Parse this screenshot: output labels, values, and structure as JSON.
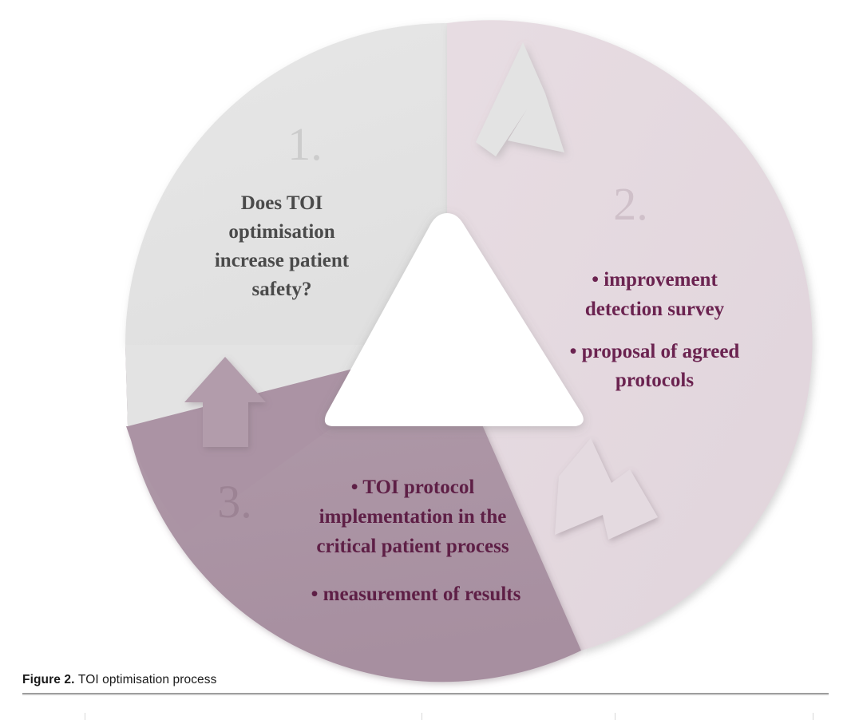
{
  "figure": {
    "caption_label": "Figure 2.",
    "caption_title": "TOI optimisation process",
    "diagram_type": "cycle-diagram"
  },
  "colors": {
    "segment1_fill": "#e3e3e3",
    "segment2_fill": "#e5dae0",
    "segment3_fill": "#ab93a4",
    "arrow_light": "#e4dae0",
    "arrow_gray": "#e3e3e3",
    "arrow_mauve": "#b29cab",
    "number1_text": "#cccccc",
    "number2_text": "#cfc0c9",
    "number3_text": "#9c8394",
    "segment1_text": "#4a4a4a",
    "segment2_text": "#6b2350",
    "segment3_text": "#5e1f46",
    "center_fill": "#ffffff",
    "caption_text": "#1a1a1a",
    "rule": "#8d8d8d"
  },
  "segments": [
    {
      "id": "segment-1",
      "number": "1.",
      "lines": [
        "Does TOI",
        "optimisation",
        "increase patient",
        "safety?"
      ],
      "bulleted": false
    },
    {
      "id": "segment-2",
      "number": "2.",
      "lines": [
        "• improvement",
        "detection survey",
        "• proposal of agreed",
        "protocols"
      ],
      "bulleted": true
    },
    {
      "id": "segment-3",
      "number": "3.",
      "lines": [
        "• TOI protocol",
        "implementation in the",
        "critical patient process",
        "• measurement of results"
      ],
      "bulleted": true
    }
  ],
  "arrows": [
    {
      "id": "arrow-1-to-2",
      "direction": "up-right",
      "from": "segment-1",
      "to": "segment-2"
    },
    {
      "id": "arrow-2-to-3",
      "direction": "down-left",
      "from": "segment-2",
      "to": "segment-3"
    },
    {
      "id": "arrow-3-to-1",
      "direction": "up",
      "from": "segment-3",
      "to": "segment-1"
    }
  ],
  "seg1_text": {
    "l0": "Does TOI",
    "l1": "optimisation",
    "l2": "increase patient",
    "l3": "safety?"
  },
  "seg2_text": {
    "l0": "• improvement",
    "l1": "detection survey",
    "l2": "•  proposal of agreed",
    "l3": "protocols"
  },
  "seg3_text": {
    "l0": "• TOI protocol",
    "l1": "implementation in the",
    "l2": "critical patient process",
    "l3": "• measurement of results"
  },
  "numbers": {
    "n1": "1.",
    "n2": "2.",
    "n3": "3."
  }
}
